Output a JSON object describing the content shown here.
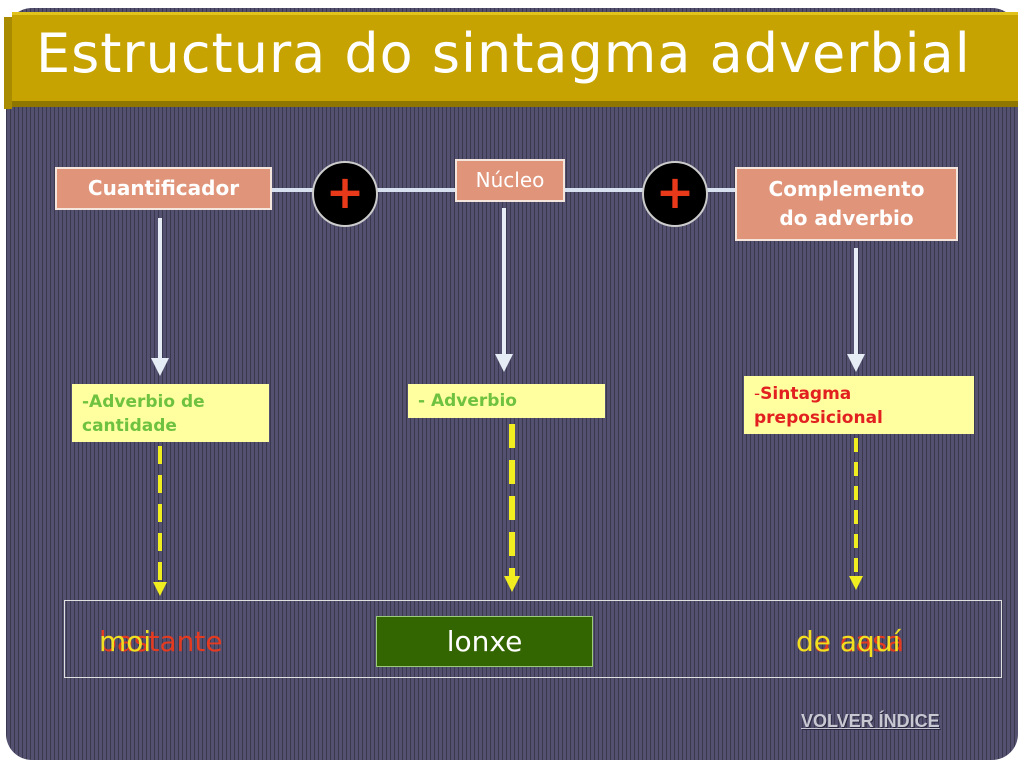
{
  "title": "Estructura do sintagma adverbial",
  "components": {
    "quantifier": "Cuantificador",
    "nucleus": "Núcleo",
    "complement_line1": "Complemento",
    "complement_line2": "do adverbio",
    "plus_symbol": "+"
  },
  "types": {
    "quantifier_type_line1": "-Adverbio de",
    "quantifier_type_line2": "cantidade",
    "nucleus_type": "- Adverbio",
    "complement_dash": "-",
    "complement_type_line1": "Sintagma",
    "complement_type_line2": "preposicional"
  },
  "examples": {
    "quantifier_a": "bastante",
    "quantifier_b": "moi",
    "nucleus": "lonxe",
    "complement_a": "da casa",
    "complement_b": "de aquí"
  },
  "navigation": {
    "back_label": "VOLVER ÍNDICE"
  },
  "colors": {
    "title_bar": "#c6a300",
    "component_box": "#e0957b",
    "type_box": "#ffffa0",
    "plus_sign": "#e83a1a",
    "nucleus_example_box": "#336600",
    "example_text_a": "#e33a20",
    "example_text_b": "#f0e020"
  }
}
